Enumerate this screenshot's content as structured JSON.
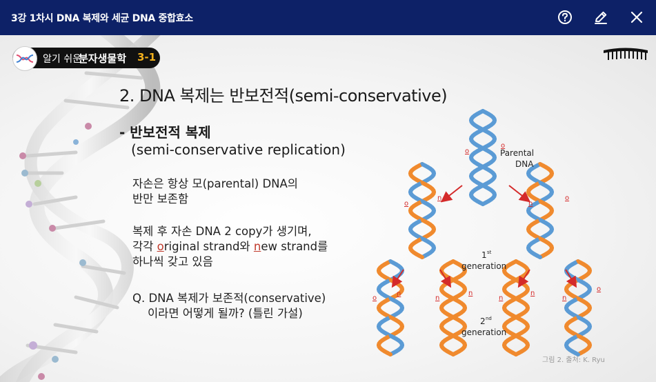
{
  "window": {
    "title": "3강 1차시 DNA 복제와 세균 DNA 중합효소"
  },
  "toolbar": {
    "help_icon": "question-circle-icon",
    "edit_icon": "pencil-icon",
    "close_icon": "close-icon"
  },
  "badge": {
    "text_light": "알기 쉬운",
    "text_bold": "분자생물학",
    "number": "3-1"
  },
  "slide": {
    "heading": "2. DNA 복제는 반보전적(semi-conservative)",
    "subheading_line1": "- 반보전적 복제",
    "subheading_line2": "(semi-conservative replication)",
    "p1_line1": "자손은 항상 모(parental) DNA의",
    "p1_line2": "반만 보존함",
    "p2_line1": "복제 후 자손 DNA 2 copy가 생기며,",
    "p2_line2_a": "각각 ",
    "p2_line2_o": "o",
    "p2_line2_b": "riginal strand와 ",
    "p2_line2_n": "n",
    "p2_line2_c": "ew strand를",
    "p2_line3": "하나씩 갖고 있음",
    "p3_line1": "Q. DNA 복제가 보존적(conservative)",
    "p3_line2": "이라면 어떻게 될까? (틀린 가설)",
    "credit": "그림 2. 출처: K. Ryu"
  },
  "diagram": {
    "parental_line1": "Parental",
    "parental_line2": "DNA",
    "gen1_sup": "st",
    "gen1_word": "generation",
    "gen1_num": "1",
    "gen2_sup": "nd",
    "gen2_word": "generation",
    "gen2_num": "2",
    "label_o": "o",
    "label_n": "n",
    "colors": {
      "original": "#5b9bd5",
      "new": "#f08a2e",
      "arrow": "#d42a2a"
    }
  }
}
